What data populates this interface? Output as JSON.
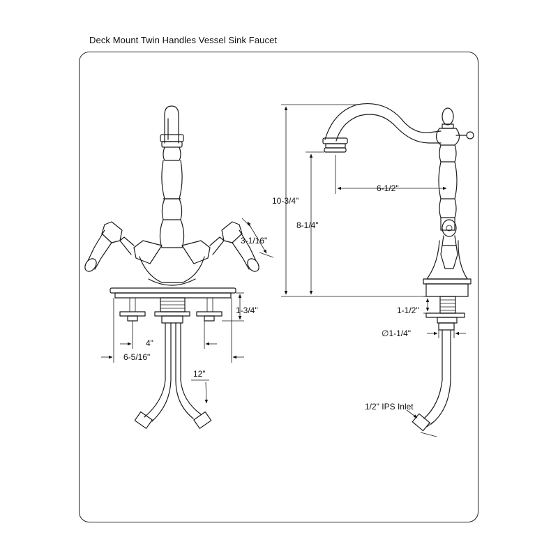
{
  "title": "Deck Mount Twin Handles Vessel Sink Faucet",
  "labels": {
    "handle_height": "3-1/16\"",
    "deck_to_supply": "1-3/4\"",
    "center_4": "4\"",
    "spread": "6-5/16\"",
    "supply_length": "12\"",
    "overall_height": "10-3/4\"",
    "spout_height": "8-1/4\"",
    "spout_reach": "6-1/2\"",
    "shank_length": "1-1/2\"",
    "shank_diameter": "∅1-1/4\"",
    "inlet": "1/2\" IPS Inlet"
  }
}
